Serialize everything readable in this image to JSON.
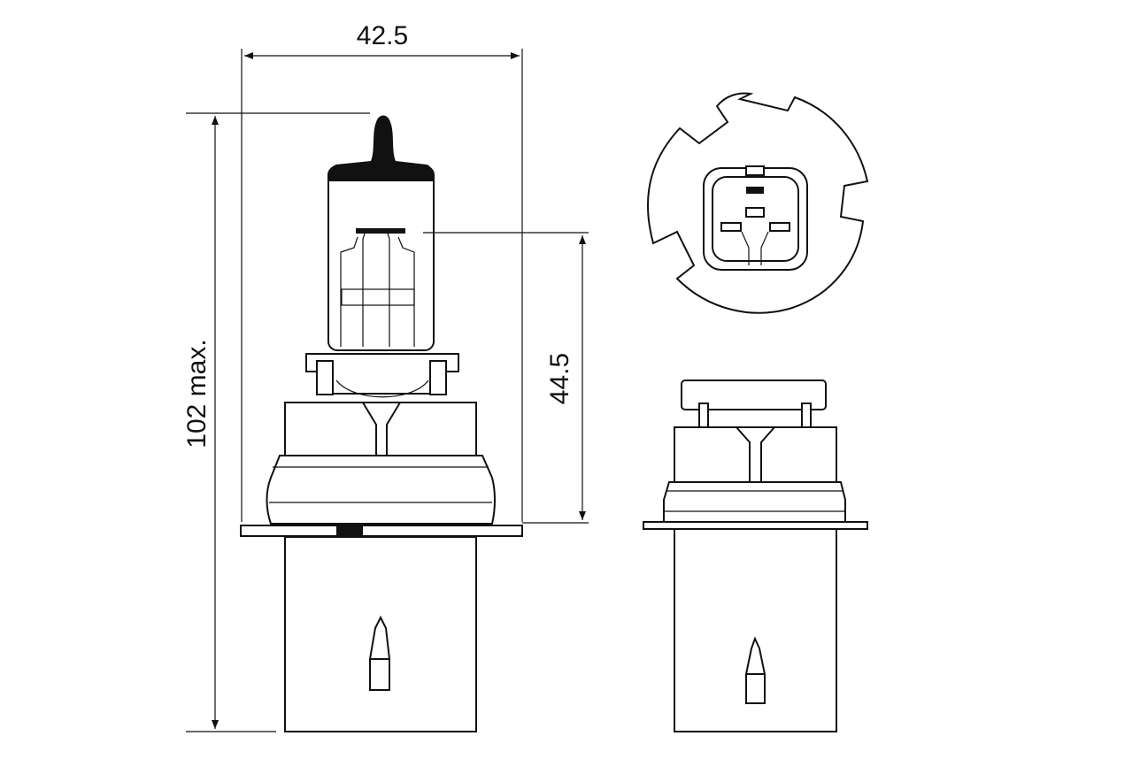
{
  "drawing": {
    "dimensions": {
      "width_label": "42.5",
      "height_label": "102 max.",
      "light_center_label": "44.5"
    },
    "views": [
      "side-view",
      "connector-end-view",
      "front-view"
    ],
    "colors": {
      "line": "#111111",
      "background": "#ffffff"
    }
  }
}
